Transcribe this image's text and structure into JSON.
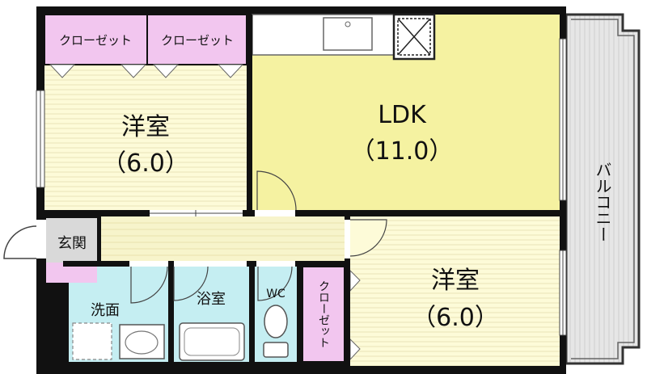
{
  "rooms": {
    "western_room_top": {
      "name": "洋室",
      "size": "（6.0）"
    },
    "ldk": {
      "name": "LDK",
      "size": "（11.0）"
    },
    "western_room_bottom": {
      "name": "洋室",
      "size": "（6.0）"
    },
    "entrance": {
      "name": "玄関"
    },
    "washroom": {
      "name": "洗面"
    },
    "bathroom": {
      "name": "浴室"
    },
    "toilet": {
      "name": "WC"
    },
    "balcony": {
      "name": "バルコニー"
    }
  },
  "closets": {
    "top_left": "クローゼット",
    "top_right": "クローゼット",
    "bottom": "クローゼット"
  },
  "colors": {
    "western_room": "#fdfbd8",
    "ldk": "#f5f2a1",
    "closet": "#f2c6ef",
    "wet_area": "#c5eef2",
    "hallway": "#f7f4cb",
    "entrance": "#d9d9d9",
    "balcony": "#e6e6e6",
    "wall": "#111111"
  }
}
